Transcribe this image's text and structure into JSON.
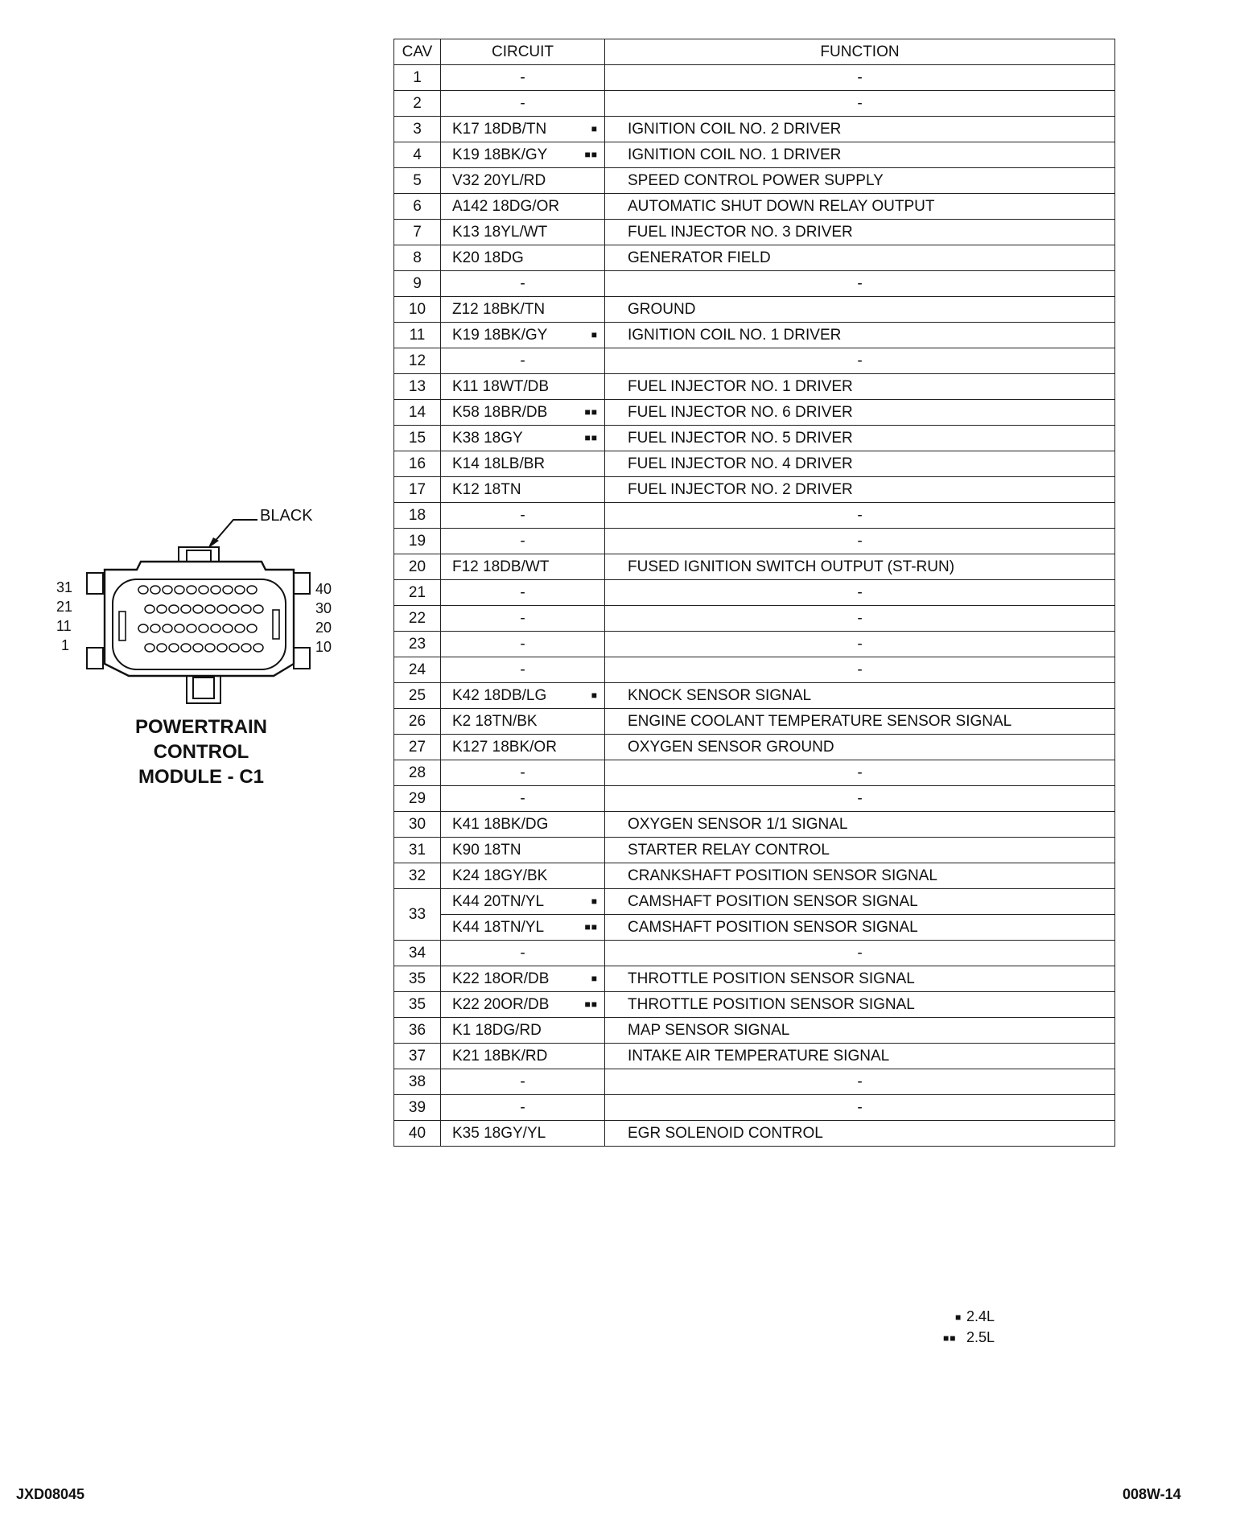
{
  "connector": {
    "color_label": "BLACK",
    "pin_labels_left": [
      "31",
      "21",
      "11",
      "1"
    ],
    "pin_labels_right": [
      "40",
      "30",
      "20",
      "10"
    ],
    "title_lines": [
      "POWERTRAIN",
      "CONTROL",
      "MODULE - C1"
    ]
  },
  "table": {
    "headers": {
      "cav": "CAV",
      "circuit": "CIRCUIT",
      "function": "FUNCTION"
    },
    "rows": [
      {
        "cav": "1",
        "circuit": "-",
        "mark": "",
        "function": "-"
      },
      {
        "cav": "2",
        "circuit": "-",
        "mark": "",
        "function": "-"
      },
      {
        "cav": "3",
        "circuit": "K17 18DB/TN",
        "mark": "■",
        "function": "IGNITION COIL NO. 2 DRIVER"
      },
      {
        "cav": "4",
        "circuit": "K19 18BK/GY",
        "mark": "■■",
        "function": "IGNITION COIL NO. 1 DRIVER"
      },
      {
        "cav": "5",
        "circuit": "V32 20YL/RD",
        "mark": "",
        "function": "SPEED CONTROL POWER SUPPLY"
      },
      {
        "cav": "6",
        "circuit": "A142 18DG/OR",
        "mark": "",
        "function": "AUTOMATIC SHUT DOWN RELAY OUTPUT"
      },
      {
        "cav": "7",
        "circuit": "K13 18YL/WT",
        "mark": "",
        "function": "FUEL INJECTOR NO. 3 DRIVER"
      },
      {
        "cav": "8",
        "circuit": "K20 18DG",
        "mark": "",
        "function": "GENERATOR FIELD"
      },
      {
        "cav": "9",
        "circuit": "-",
        "mark": "",
        "function": "-"
      },
      {
        "cav": "10",
        "circuit": "Z12 18BK/TN",
        "mark": "",
        "function": "GROUND"
      },
      {
        "cav": "11",
        "circuit": "K19 18BK/GY",
        "mark": "■",
        "function": "IGNITION COIL NO. 1 DRIVER"
      },
      {
        "cav": "12",
        "circuit": "-",
        "mark": "",
        "function": "-"
      },
      {
        "cav": "13",
        "circuit": "K11 18WT/DB",
        "mark": "",
        "function": "FUEL INJECTOR NO. 1 DRIVER"
      },
      {
        "cav": "14",
        "circuit": "K58 18BR/DB",
        "mark": "■■",
        "function": "FUEL INJECTOR NO. 6 DRIVER"
      },
      {
        "cav": "15",
        "circuit": "K38 18GY",
        "mark": "■■",
        "function": "FUEL INJECTOR NO. 5 DRIVER"
      },
      {
        "cav": "16",
        "circuit": "K14 18LB/BR",
        "mark": "",
        "function": "FUEL INJECTOR NO. 4 DRIVER"
      },
      {
        "cav": "17",
        "circuit": "K12 18TN",
        "mark": "",
        "function": "FUEL INJECTOR NO. 2 DRIVER"
      },
      {
        "cav": "18",
        "circuit": "-",
        "mark": "",
        "function": "-"
      },
      {
        "cav": "19",
        "circuit": "-",
        "mark": "",
        "function": "-"
      },
      {
        "cav": "20",
        "circuit": "F12 18DB/WT",
        "mark": "",
        "function": "FUSED IGNITION SWITCH OUTPUT (ST-RUN)"
      },
      {
        "cav": "21",
        "circuit": "-",
        "mark": "",
        "function": "-"
      },
      {
        "cav": "22",
        "circuit": "-",
        "mark": "",
        "function": "-"
      },
      {
        "cav": "23",
        "circuit": "-",
        "mark": "",
        "function": "-"
      },
      {
        "cav": "24",
        "circuit": "-",
        "mark": "",
        "function": "-"
      },
      {
        "cav": "25",
        "circuit": "K42 18DB/LG",
        "mark": "■",
        "function": "KNOCK SENSOR SIGNAL"
      },
      {
        "cav": "26",
        "circuit": "K2 18TN/BK",
        "mark": "",
        "function": "ENGINE COOLANT TEMPERATURE SENSOR SIGNAL"
      },
      {
        "cav": "27",
        "circuit": "K127 18BK/OR",
        "mark": "",
        "function": "OXYGEN SENSOR GROUND"
      },
      {
        "cav": "28",
        "circuit": "-",
        "mark": "",
        "function": "-"
      },
      {
        "cav": "29",
        "circuit": "-",
        "mark": "",
        "function": "-"
      },
      {
        "cav": "30",
        "circuit": "K41 18BK/DG",
        "mark": "",
        "function": "OXYGEN SENSOR 1/1 SIGNAL"
      },
      {
        "cav": "31",
        "circuit": "K90 18TN",
        "mark": "",
        "function": "STARTER RELAY CONTROL"
      },
      {
        "cav": "32",
        "circuit": "K24 18GY/BK",
        "mark": "",
        "function": "CRANKSHAFT POSITION SENSOR SIGNAL"
      },
      {
        "cav": "33",
        "circuit": "K44 20TN/YL",
        "mark": "■",
        "function": "CAMSHAFT POSITION SENSOR SIGNAL"
      },
      {
        "cav": "",
        "circuit": "K44 18TN/YL",
        "mark": "■■",
        "function": "CAMSHAFT POSITION SENSOR SIGNAL"
      },
      {
        "cav": "34",
        "circuit": "-",
        "mark": "",
        "function": "-"
      },
      {
        "cav": "35",
        "circuit": "K22 18OR/DB",
        "mark": "■",
        "function": "THROTTLE POSITION SENSOR SIGNAL"
      },
      {
        "cav": "35",
        "circuit": "K22 20OR/DB",
        "mark": "■■",
        "function": "THROTTLE POSITION SENSOR SIGNAL"
      },
      {
        "cav": "36",
        "circuit": "K1 18DG/RD",
        "mark": "",
        "function": "MAP SENSOR SIGNAL"
      },
      {
        "cav": "37",
        "circuit": "K21 18BK/RD",
        "mark": "",
        "function": "INTAKE AIR TEMPERATURE SIGNAL"
      },
      {
        "cav": "38",
        "circuit": "-",
        "mark": "",
        "function": "-"
      },
      {
        "cav": "39",
        "circuit": "-",
        "mark": "",
        "function": "-"
      },
      {
        "cav": "40",
        "circuit": "K35 18GY/YL",
        "mark": "",
        "function": "EGR SOLENOID CONTROL"
      }
    ]
  },
  "legend": [
    {
      "mark": "■",
      "label": "2.4L"
    },
    {
      "mark": "■■",
      "label": "2.5L"
    }
  ],
  "footer": {
    "left_code": "JXD08045",
    "right_code": "008W-14"
  }
}
